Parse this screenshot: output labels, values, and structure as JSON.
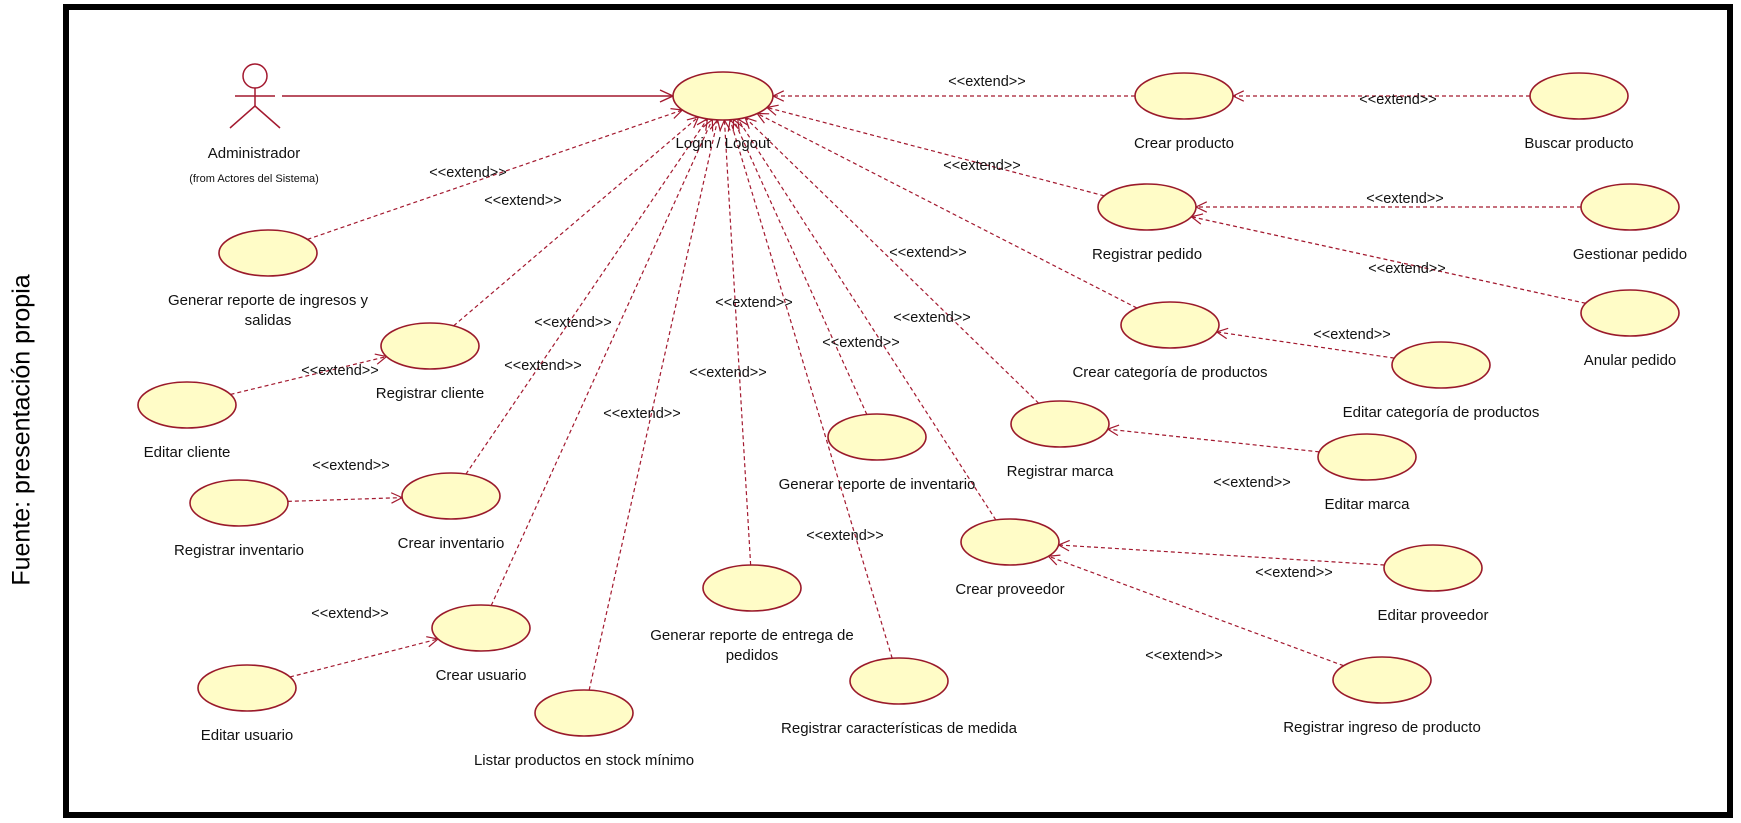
{
  "caption": "Fuente: presentación propia",
  "actor": {
    "name": "Administrador",
    "package": "(from Actores del Sistema)"
  },
  "extend_label": "<<extend>>",
  "use_cases": {
    "login": "Login / Logout",
    "crear_producto": "Crear producto",
    "buscar_producto": "Buscar producto",
    "registrar_pedido": "Registrar pedido",
    "gestionar_pedido": "Gestionar pedido",
    "anular_pedido": "Anular pedido",
    "crear_categoria": "Crear categoría de productos",
    "editar_categoria": "Editar categoría de productos",
    "registrar_marca": "Registrar marca",
    "editar_marca": "Editar marca",
    "crear_proveedor": "Crear proveedor",
    "editar_proveedor": "Editar proveedor",
    "registrar_ingreso": "Registrar ingreso de producto",
    "reporte_ingresos": [
      "Generar reporte de ingresos y",
      "salidas"
    ],
    "registrar_cliente": "Registrar cliente",
    "editar_cliente": "Editar cliente",
    "registrar_inventario": "Registrar inventario",
    "crear_inventario": "Crear inventario",
    "crear_usuario": "Crear usuario",
    "editar_usuario": "Editar usuario",
    "listar_stock": "Listar productos en stock mínimo",
    "reporte_entrega": [
      "Generar reporte de entrega de",
      "pedidos"
    ],
    "reporte_inventario": "Generar reporte de inventario",
    "registrar_medida": "Registrar características de medida"
  }
}
